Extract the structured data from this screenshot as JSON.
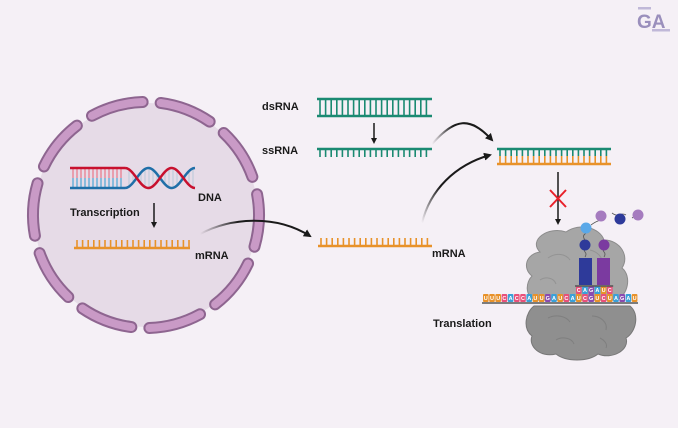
{
  "logo": {
    "text": "GA"
  },
  "labels": {
    "dsrna": "dsRNA",
    "ssrna": "ssRNA",
    "dna": "DNA",
    "transcription": "Transcription",
    "mrna_nucleus": "mRNA",
    "mrna_cytoplasm": "mRNA",
    "translation": "Translation"
  },
  "colors": {
    "background": "#f5f0f6",
    "nucleus_fill": "#e6dbe7",
    "membrane_fill": "#c99ac6",
    "membrane_stroke": "#8e6590",
    "dna_red": "#c8102e",
    "dna_blue": "#1f6fa8",
    "ssrna_green": "#1a8a72",
    "mrna_orange": "#e8922a",
    "arrow": "#1a1a1a",
    "inhibit_x": "#e8202a",
    "ribosome": "#9a9a9a",
    "trna_blue": "#2e3a9a",
    "trna_purple": "#7b3aa0",
    "aa_light_blue": "#5aa8e8",
    "aa_lilac": "#a57bbf"
  },
  "mrna_codon_letters": [
    "U",
    "U",
    "U",
    "C",
    "A",
    "C",
    "C",
    "A",
    "U",
    "U",
    "G",
    "A",
    "U",
    "C",
    "A",
    "U",
    "C",
    "G",
    "U",
    "C",
    "U",
    "A",
    "G",
    "A",
    "U"
  ],
  "anticodon_letters": [
    "C",
    "A",
    "G",
    "A",
    "U",
    "C"
  ],
  "nucleotide_colors": {
    "A": "#3aa0d8",
    "U": "#e8922a",
    "C": "#e8507a",
    "G": "#8a4ab0"
  }
}
